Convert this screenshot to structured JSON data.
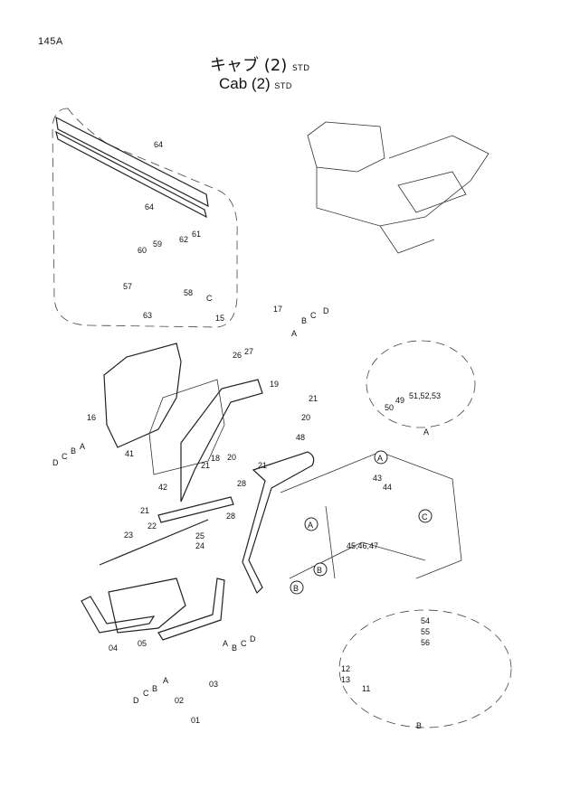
{
  "header": {
    "page_code": "145A",
    "title_jp": "キャブ (2)",
    "title_jp_suffix": "STD",
    "title_en": "Cab (2)",
    "title_en_suffix": "STD"
  },
  "part_numbers": [
    "64",
    "62",
    "61",
    "60",
    "59",
    "57",
    "58",
    "63",
    "15",
    "17",
    "27",
    "26",
    "16",
    "19",
    "41",
    "18",
    "21",
    "20",
    "42",
    "48",
    "28",
    "22",
    "25",
    "24",
    "23",
    "04",
    "05",
    "02",
    "03",
    "01",
    "49",
    "51,52,53",
    "50",
    "43",
    "44",
    "45,46,47",
    "54",
    "55",
    "56",
    "12",
    "13",
    "11"
  ],
  "letter_labels": [
    "A",
    "B",
    "C",
    "D"
  ],
  "circled_refs": [
    "A",
    "B",
    "C"
  ],
  "detail_views": [
    "A",
    "B",
    "C"
  ]
}
